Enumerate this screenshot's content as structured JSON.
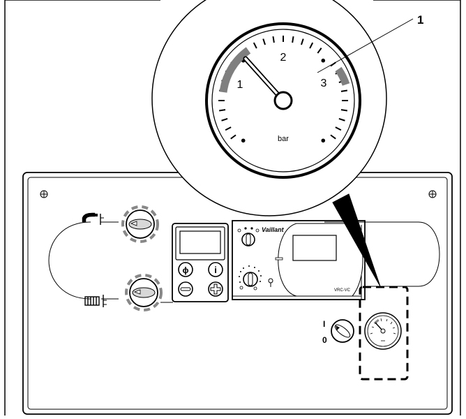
{
  "gauge": {
    "labels": [
      "1",
      "2",
      "3"
    ],
    "unit": "bar"
  },
  "callout": {
    "number": "1"
  },
  "panel": {
    "brand": "Vaillant",
    "module_label": "VRC-VC",
    "power_on": "I",
    "power_off": "0",
    "hot_water_icon": "tap-icon",
    "heating_icon": "radiator-icon"
  }
}
